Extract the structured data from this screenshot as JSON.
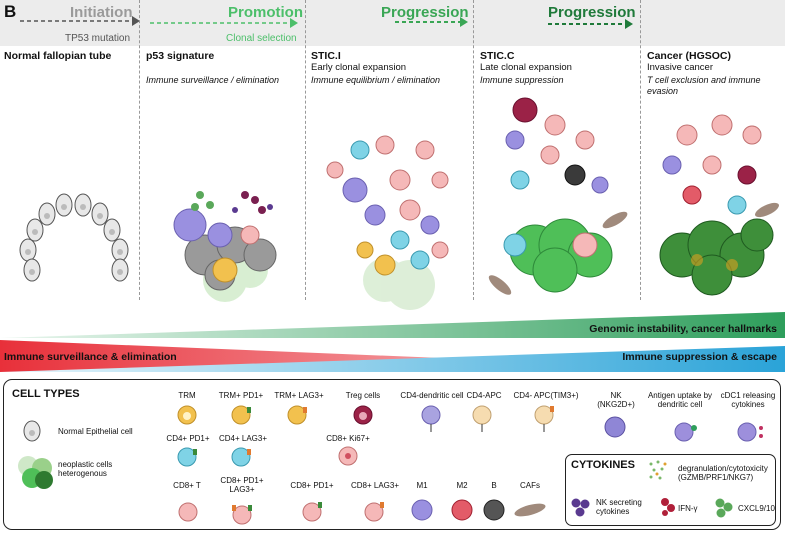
{
  "panel_letter": "B",
  "stages": [
    {
      "title": "Initiation",
      "subtitle": "TP53 mutation",
      "color": "#9a9a9a"
    },
    {
      "title": "Promotion",
      "subtitle": "Clonal selection",
      "color": "#4cbf6a"
    },
    {
      "title": "Progression",
      "subtitle": "",
      "color": "#3aa655"
    },
    {
      "title": "Progression",
      "subtitle": "",
      "color": "#1f7a3a"
    }
  ],
  "columns": [
    {
      "title": "Normal fallopian tube",
      "subtitle": "",
      "italic": ""
    },
    {
      "title": "p53 signature",
      "subtitle": "",
      "italic": "Immune surveillance / elimination"
    },
    {
      "title": "STIC.I",
      "subtitle": "Early clonal expansion",
      "italic": "Immune equilibrium / elimination"
    },
    {
      "title": "STIC.C",
      "subtitle": "Late clonal expansion",
      "italic": "Immune suppression"
    },
    {
      "title": "Cancer (HGSOC)",
      "subtitle": "Invasive cancer",
      "italic": "T cell exclusion and immune evasion"
    }
  ],
  "bars": {
    "genomic": {
      "label": "Genomic instability, cancer hallmarks",
      "color": "#2e9e5b"
    },
    "surveillance": {
      "label": "Immune surveillance & elimination",
      "color": "#e8303a"
    },
    "suppression": {
      "label": "Immune suppression & escape",
      "color": "#2aa3d8"
    }
  },
  "legend": {
    "cell_types_title": "CELL TYPES",
    "normal_epithelial": "Normal Epithelial cell",
    "neoplastic": "neoplastic cells heterogenous",
    "items": [
      {
        "key": "trm",
        "label": "TRM",
        "icon": "trm-cell-icon",
        "color": "#f2c14e"
      },
      {
        "key": "trm_pd1",
        "label": "TRM+ PD1+",
        "icon": "trm-pd1-cell-icon",
        "color": "#f2c14e"
      },
      {
        "key": "trm_lag3",
        "label": "TRM+ LAG3+",
        "icon": "trm-lag3-cell-icon",
        "color": "#f2c14e"
      },
      {
        "key": "treg",
        "label": "Treg cells",
        "icon": "treg-cell-icon",
        "color": "#9b2247"
      },
      {
        "key": "cd4_dc",
        "label": "CD4-dendritic cell",
        "icon": "cd4-dendritic-cell-icon",
        "color": "#a9a3e0"
      },
      {
        "key": "cd4_apc",
        "label": "CD4-APC",
        "icon": "cd4-apc-cell-icon",
        "color": "#f6dcb0"
      },
      {
        "key": "cd4_apc_tim3",
        "label": "CD4- APC(TIM3+)",
        "icon": "cd4-apc-tim3-cell-icon",
        "color": "#f6dcb0"
      },
      {
        "key": "nk",
        "label": "NK (NKG2D+)",
        "icon": "nk-cell-icon",
        "color": "#8f86d6"
      },
      {
        "key": "antigen_uptake",
        "label": "Antigen uptake by dendritic cell",
        "icon": "antigen-uptake-dc-icon",
        "color": "#9d8fdc"
      },
      {
        "key": "cdc1",
        "label": "cDC1 releasing cytokines",
        "icon": "cdc1-cell-icon",
        "color": "#9d8fdc"
      },
      {
        "key": "cd4_pd1",
        "label": "CD4+ PD1+",
        "icon": "cd4-pd1-cell-icon",
        "color": "#7fd3e6"
      },
      {
        "key": "cd4_lag3",
        "label": "CD4+ LAG3+",
        "icon": "cd4-lag3-cell-icon",
        "color": "#7fd3e6"
      },
      {
        "key": "cd8_ki67",
        "label": "CD8+ Ki67+",
        "icon": "cd8-ki67-cell-icon",
        "color": "#f5b8b8"
      },
      {
        "key": "cd8_t",
        "label": "CD8+ T",
        "icon": "cd8-t-cell-icon",
        "color": "#f5b8b8"
      },
      {
        "key": "cd8_pd1_lag3",
        "label": "CD8+ PD1+ LAG3+",
        "icon": "cd8-pd1-lag3-cell-icon",
        "color": "#f5b8b8"
      },
      {
        "key": "cd8_pd1",
        "label": "CD8+ PD1+",
        "icon": "cd8-pd1-cell-icon",
        "color": "#f5b8b8"
      },
      {
        "key": "cd8_lag3",
        "label": "CD8+ LAG3+",
        "icon": "cd8-lag3-cell-icon",
        "color": "#f5b8b8"
      },
      {
        "key": "m1",
        "label": "M1",
        "icon": "m1-macrophage-icon",
        "color": "#9a90e0"
      },
      {
        "key": "m2",
        "label": "M2",
        "icon": "m2-macrophage-icon",
        "color": "#e35b68"
      },
      {
        "key": "b",
        "label": "B",
        "icon": "b-cell-icon",
        "color": "#555555"
      },
      {
        "key": "cafs",
        "label": "CAFs",
        "icon": "caf-cell-icon",
        "color": "#a08a7c"
      }
    ],
    "cytokines_title": "CYTOKINES",
    "cytokines": [
      {
        "label": "degranulation/cytotoxicity (GZMB/PRF1/NKG7)",
        "icon": "degranulation-dots-icon"
      },
      {
        "label": "NK secreting cytokines",
        "icon": "nk-cytokine-icon"
      },
      {
        "label": "IFN-γ",
        "icon": "ifn-gamma-icon"
      },
      {
        "label": "CXCL9/10",
        "icon": "cxcl9-10-icon"
      }
    ]
  }
}
